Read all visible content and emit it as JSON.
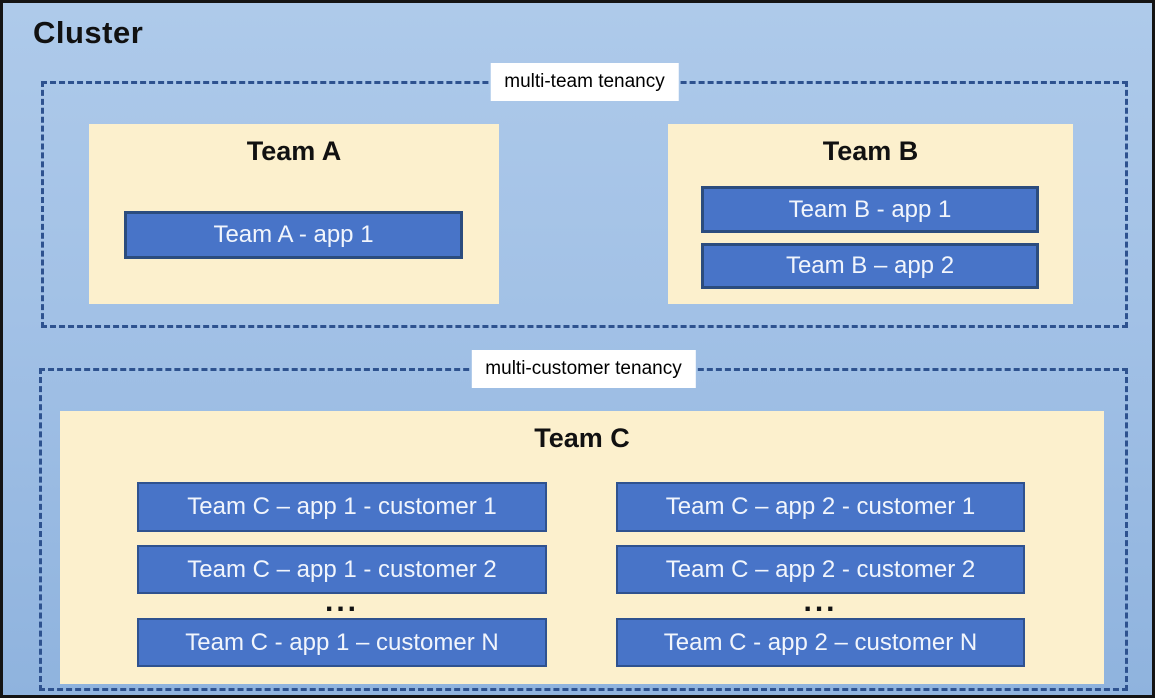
{
  "cluster_title": "Cluster",
  "sections": [
    {
      "label": "multi-team tenancy",
      "teams": [
        {
          "name": "Team A",
          "apps": [
            "Team A - app 1"
          ]
        },
        {
          "name": "Team B",
          "apps": [
            "Team B - app 1",
            "Team B – app 2"
          ]
        }
      ]
    },
    {
      "label": "multi-customer tenancy",
      "teams": [
        {
          "name": "Team C",
          "columns": [
            {
              "rows": [
                "Team C – app 1 - customer 1",
                "Team C – app 1 - customer 2"
              ],
              "ellipsis": "...",
              "last_row": "Team C - app 1 – customer N"
            },
            {
              "rows": [
                "Team C – app 2 - customer 1",
                "Team C – app 2 - customer 2"
              ],
              "ellipsis": "...",
              "last_row": "Team C - app 2 – customer N"
            }
          ]
        }
      ]
    }
  ],
  "colors": {
    "background_top": "#aecaea",
    "background_bottom": "#8fb3de",
    "panel_cream": "#fcf0cd",
    "app_fill": "#4874c8",
    "app_border_dark": "#2b4c7e",
    "app_border_thin": "#2f528f",
    "dashed_border": "#2e528f",
    "outer_border": "#141414",
    "app_text": "#f1f5fc",
    "label_background": "#ffffff"
  }
}
